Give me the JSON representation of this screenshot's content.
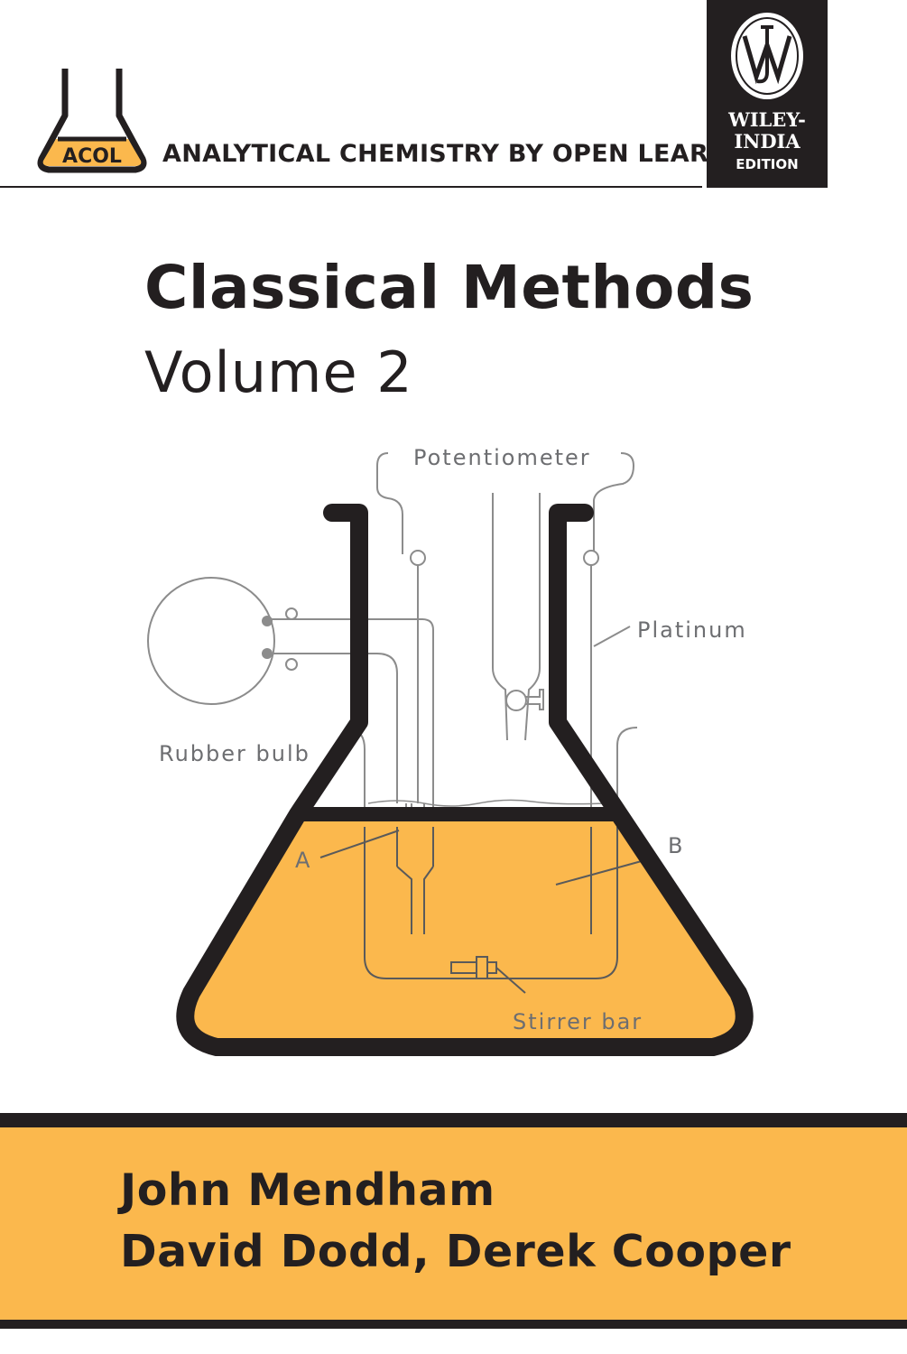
{
  "series": {
    "logo_text": "ACOL",
    "title": "ANALYTICAL CHEMISTRY BY OPEN LEARNING"
  },
  "publisher": {
    "line1": "WILEY-",
    "line2": "INDIA",
    "line3": "EDITION"
  },
  "book": {
    "title": "Classical Methods",
    "volume": "Volume 2"
  },
  "diagram": {
    "labels": {
      "potentiometer": "Potentiometer",
      "platinum": "Platinum",
      "rubber_bulb": "Rubber bulb",
      "a": "A",
      "b": "B",
      "stirrer_bar": "Stirrer bar"
    }
  },
  "authors": {
    "line1": "John Mendham",
    "line2": "David Dodd, Derek Cooper"
  },
  "colors": {
    "accent": "#fbb84d",
    "ink": "#231f20",
    "diagram_lines": "#8c8c8c"
  }
}
